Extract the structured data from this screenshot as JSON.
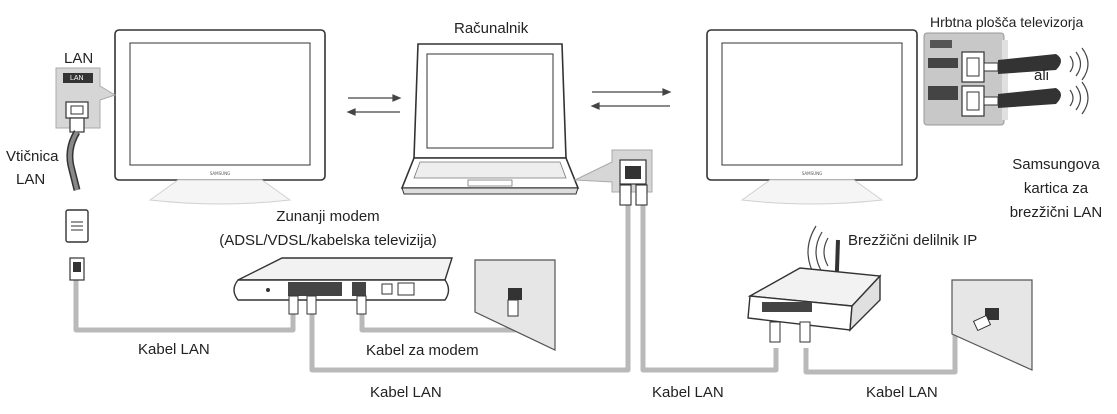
{
  "labels": {
    "computer": "Računalnik",
    "tv_back_panel": "Hrbtna plošča televizorja",
    "or": "ali",
    "wireless_card_1": "Samsungova",
    "wireless_card_2": "kartica za",
    "wireless_card_3": "brezžični LAN",
    "lan": "LAN",
    "lan_badge": "LAN",
    "wall_socket_1": "Vtičnica",
    "wall_socket_2": "LAN",
    "external_modem_1": "Zunanji modem",
    "external_modem_2": "(ADSL/VDSL/kabelska televizija)",
    "wireless_router": "Brezžični delilnik IP",
    "cable_lan_left": "Kabel LAN",
    "cable_modem": "Kabel za modem",
    "cable_lan_bottom_mid": "Kabel LAN",
    "cable_lan_bottom_right1": "Kabel LAN",
    "cable_lan_bottom_right2": "Kabel LAN",
    "tv_brand": "SAMSUNG"
  },
  "colors": {
    "cable": "#b9b9b9",
    "device_outline": "#333333",
    "panel_grey": "#c8c8c8"
  }
}
